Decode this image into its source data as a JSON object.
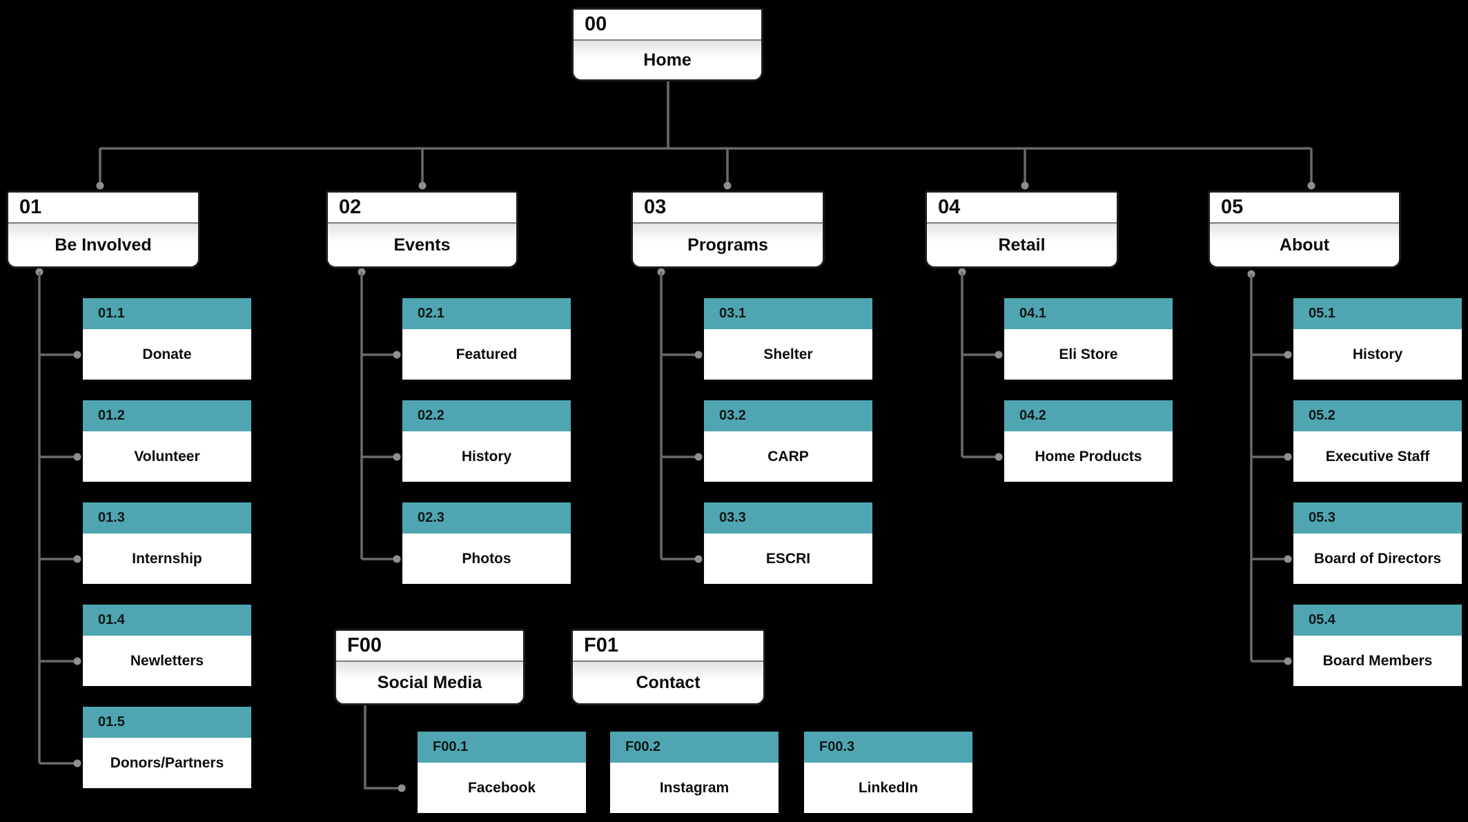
{
  "palette": {
    "background": "#000000",
    "node_background": "#ffffff",
    "node_border": "#1c1c1c",
    "child_header_teal": "#4fa6b2",
    "connector_line": "#6a6a6a",
    "connector_dot": "#8f8f8f",
    "text": "#0c0c0c"
  },
  "nodes": {
    "home": {
      "num": "00",
      "title": "Home"
    },
    "l1": [
      {
        "num": "01",
        "title": "Be Involved"
      },
      {
        "num": "02",
        "title": "Events"
      },
      {
        "num": "03",
        "title": "Programs"
      },
      {
        "num": "04",
        "title": "Retail"
      },
      {
        "num": "05",
        "title": "About"
      }
    ],
    "c01": [
      {
        "num": "01.1",
        "title": "Donate"
      },
      {
        "num": "01.2",
        "title": "Volunteer"
      },
      {
        "num": "01.3",
        "title": "Internship"
      },
      {
        "num": "01.4",
        "title": "Newletters"
      },
      {
        "num": "01.5",
        "title": "Donors/Partners"
      }
    ],
    "c02": [
      {
        "num": "02.1",
        "title": "Featured"
      },
      {
        "num": "02.2",
        "title": "History"
      },
      {
        "num": "02.3",
        "title": "Photos"
      }
    ],
    "c03": [
      {
        "num": "03.1",
        "title": "Shelter"
      },
      {
        "num": "03.2",
        "title": "CARP"
      },
      {
        "num": "03.3",
        "title": "ESCRI"
      }
    ],
    "c04": [
      {
        "num": "04.1",
        "title": "Eli Store"
      },
      {
        "num": "04.2",
        "title": "Home Products"
      }
    ],
    "c05": [
      {
        "num": "05.1",
        "title": "History"
      },
      {
        "num": "05.2",
        "title": "Executive Staff"
      },
      {
        "num": "05.3",
        "title": "Board of Directors"
      },
      {
        "num": "05.4",
        "title": "Board Members"
      }
    ],
    "footer": [
      {
        "num": "F00",
        "title": "Social Media"
      },
      {
        "num": "F01",
        "title": "Contact"
      }
    ],
    "cf00": [
      {
        "num": "F00.1",
        "title": "Facebook"
      },
      {
        "num": "F00.2",
        "title": "Instagram"
      },
      {
        "num": "F00.3",
        "title": "LinkedIn"
      }
    ]
  }
}
